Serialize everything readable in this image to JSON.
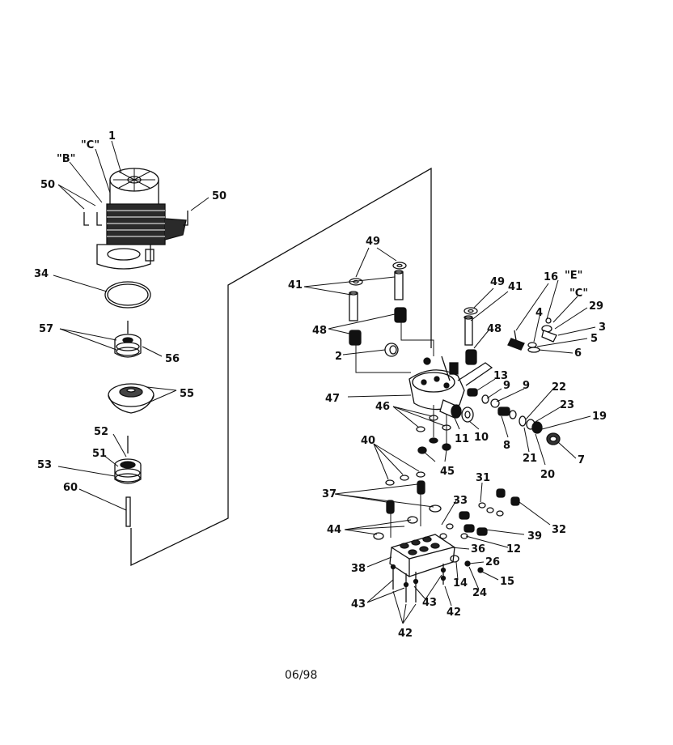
{
  "footer": {
    "date_code": "06/98"
  },
  "labels": {
    "l1": "1",
    "lc1": "\"C\"",
    "lb": "\"B\"",
    "l50a": "50",
    "l50b": "50",
    "l34": "34",
    "l57": "57",
    "l56": "56",
    "l55": "55",
    "l52": "52",
    "l51": "51",
    "l53": "53",
    "l60": "60",
    "l49a": "49",
    "l41a": "41",
    "l48a": "48",
    "l2": "2",
    "l47": "47",
    "l46": "46",
    "l11": "11",
    "l10": "10",
    "l45": "45",
    "l13": "13",
    "l9a": "9",
    "l9b": "9",
    "l8": "8",
    "l21": "21",
    "l22": "22",
    "l23": "23",
    "l20": "20",
    "l19": "19",
    "l7": "7",
    "l49b": "49",
    "l41b": "41",
    "l48b": "48",
    "l16": "16",
    "le": "\"E\"",
    "lc2": "\"C\"",
    "l4": "4",
    "l29": "29",
    "l3": "3",
    "l5": "5",
    "l6": "6",
    "l40": "40",
    "l37": "37",
    "l33": "33",
    "l31": "31",
    "l32": "32",
    "l44": "44",
    "l39": "39",
    "l12": "12",
    "l36": "36",
    "l38": "38",
    "l26": "26",
    "l14": "14",
    "l15": "15",
    "l24": "24",
    "l43a": "43",
    "l43b": "43",
    "l42a": "42",
    "l42b": "42"
  }
}
